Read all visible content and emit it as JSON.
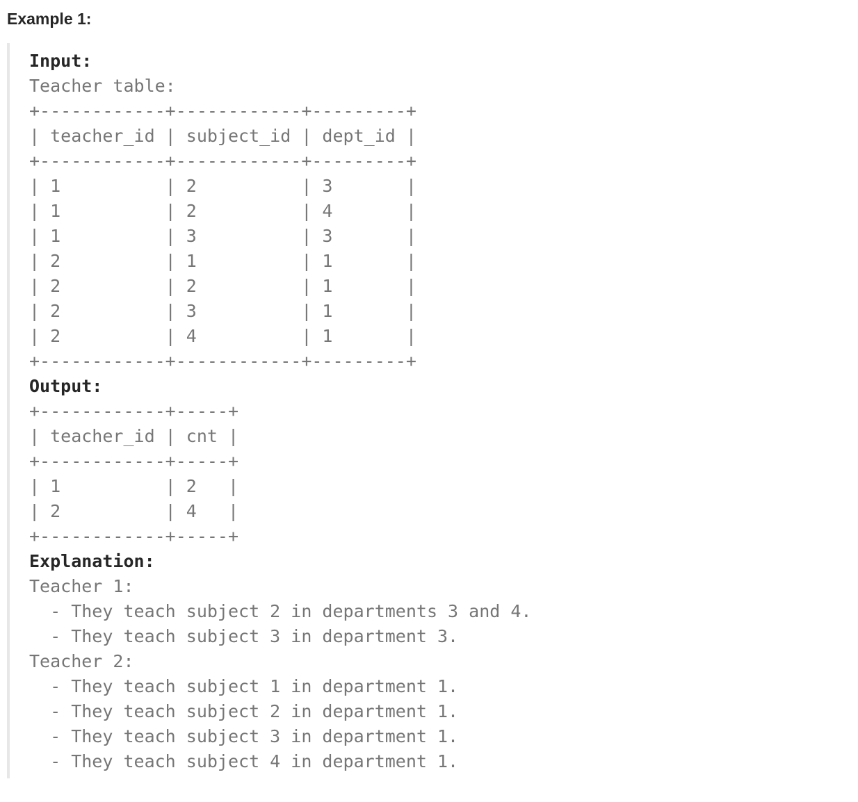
{
  "example": {
    "title": "Example 1:"
  },
  "colors": {
    "page_background": "#ffffff",
    "heading_text": "#262626",
    "label_text": "#262626",
    "code_text": "#767676",
    "block_border": "#e7e7e7"
  },
  "code_block": {
    "sections": [
      {
        "label": "Input:",
        "lines": [
          "Teacher table:",
          "+------------+------------+---------+",
          "| teacher_id | subject_id | dept_id |",
          "+------------+------------+---------+",
          "| 1          | 2          | 3       |",
          "| 1          | 2          | 4       |",
          "| 1          | 3          | 3       |",
          "| 2          | 1          | 1       |",
          "| 2          | 2          | 1       |",
          "| 2          | 3          | 1       |",
          "| 2          | 4          | 1       |",
          "+------------+------------+---------+"
        ]
      },
      {
        "label": "Output:",
        "lines": [
          "+------------+-----+",
          "| teacher_id | cnt |",
          "+------------+-----+",
          "| 1          | 2   |",
          "| 2          | 4   |",
          "+------------+-----+"
        ]
      },
      {
        "label": "Explanation:",
        "lines": [
          "Teacher 1:",
          "  - They teach subject 2 in departments 3 and 4.",
          "  - They teach subject 3 in department 3.",
          "Teacher 2:",
          "  - They teach subject 1 in department 1.",
          "  - They teach subject 2 in department 1.",
          "  - They teach subject 3 in department 1.",
          "  - They teach subject 4 in department 1."
        ]
      }
    ]
  },
  "input_table": {
    "name": "Teacher",
    "columns": [
      "teacher_id",
      "subject_id",
      "dept_id"
    ],
    "rows": [
      [
        1,
        2,
        3
      ],
      [
        1,
        2,
        4
      ],
      [
        1,
        3,
        3
      ],
      [
        2,
        1,
        1
      ],
      [
        2,
        2,
        1
      ],
      [
        2,
        3,
        1
      ],
      [
        2,
        4,
        1
      ]
    ]
  },
  "output_table": {
    "columns": [
      "teacher_id",
      "cnt"
    ],
    "rows": [
      [
        1,
        2
      ],
      [
        2,
        4
      ]
    ]
  }
}
